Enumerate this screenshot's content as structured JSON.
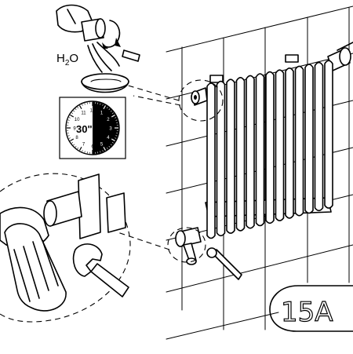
{
  "figure": {
    "step_label": "15A",
    "water_label": "H",
    "water_subscript": "2",
    "water_label_tail": "O",
    "timer_label": "30\"",
    "timer_dial_numbers": [
      "12",
      "1",
      "2",
      "3",
      "4",
      "5",
      "6",
      "7",
      "8",
      "9",
      "10",
      "11"
    ],
    "icons": [
      "bleed-valve-icon",
      "wrench-icon",
      "timer-icon",
      "radiator-icon",
      "valve-icon"
    ]
  }
}
